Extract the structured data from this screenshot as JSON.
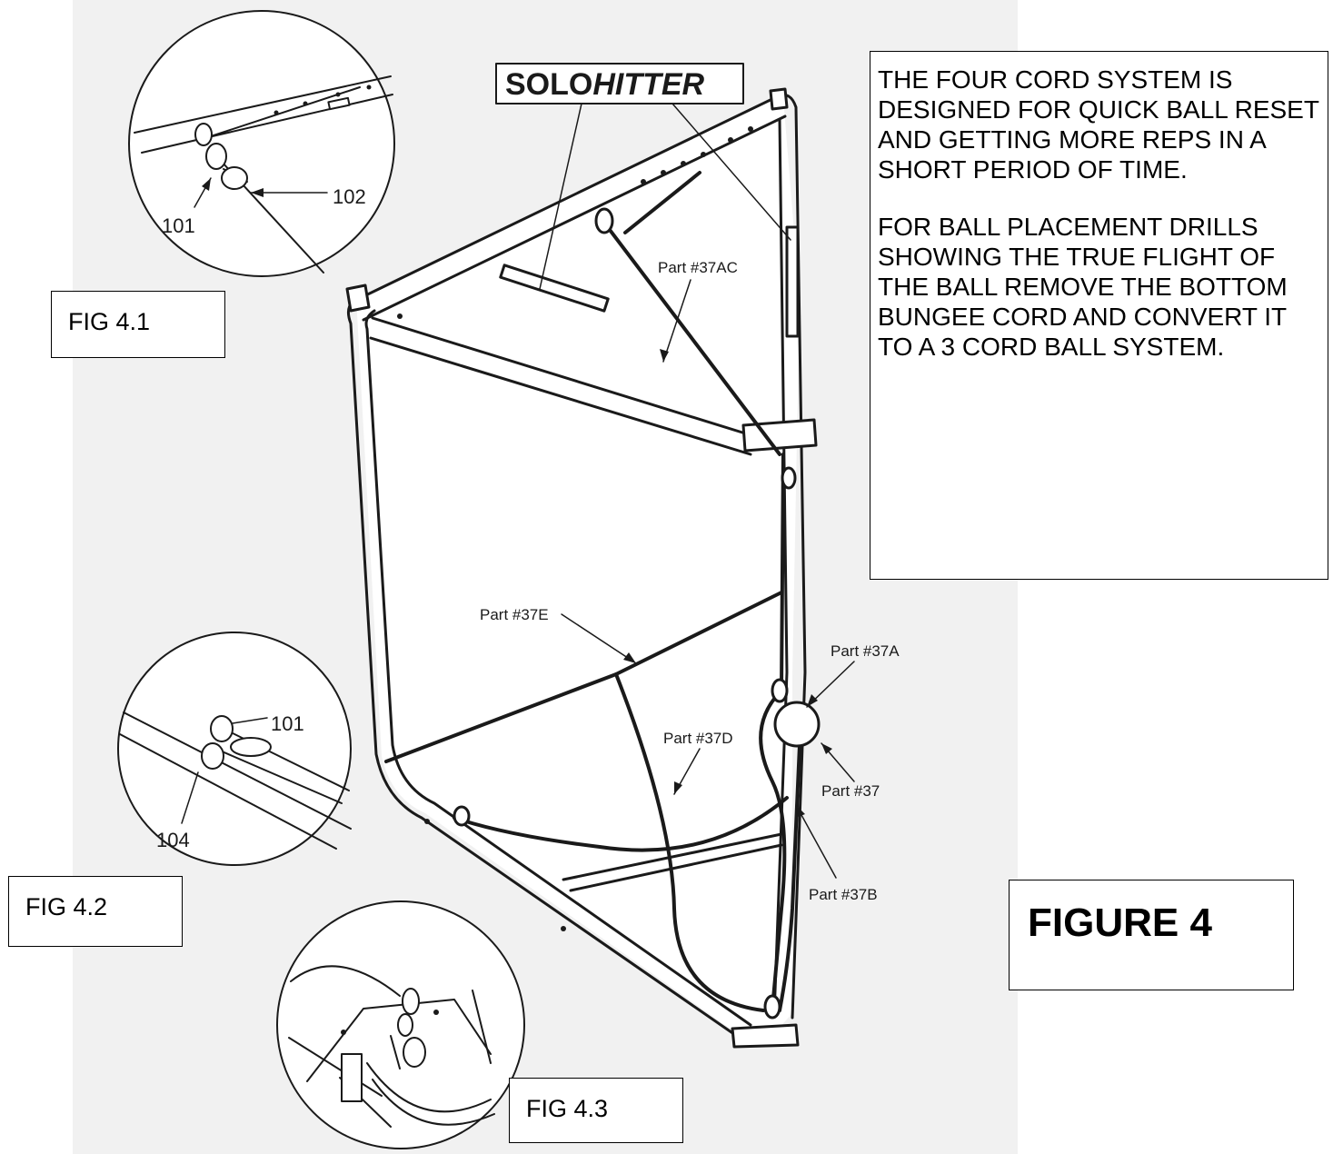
{
  "brand": {
    "prefix": "SOLO",
    "suffix": "HITTER"
  },
  "insets": {
    "fig41": {
      "label": "FIG 4.1",
      "callouts": [
        "101",
        "102"
      ]
    },
    "fig42": {
      "label": "FIG 4.2",
      "callouts": [
        "101",
        "104"
      ]
    },
    "fig43": {
      "label": "FIG 4.3"
    }
  },
  "parts": {
    "p37ac": "Part #37AC",
    "p37e": "Part #37E",
    "p37d": "Part #37D",
    "p37a": "Part #37A",
    "p37": "Part #37",
    "p37b": "Part #37B"
  },
  "note": {
    "paragraph1": "THE FOUR CORD SYSTEM IS DESIGNED FOR QUICK BALL RESET AND GETTING MORE REPS IN A SHORT PERIOD OF TIME.",
    "paragraph2": "FOR BALL PLACEMENT DRILLS SHOWING THE TRUE FLIGHT OF THE BALL REMOVE THE BOTTOM BUNGEE CORD AND CONVERT IT TO A 3 CORD BALL SYSTEM."
  },
  "figure_title": "FIGURE 4",
  "colors": {
    "line": "#1a1a1a",
    "frame_fill": "#ffffff",
    "background": "#f1f1f1"
  }
}
